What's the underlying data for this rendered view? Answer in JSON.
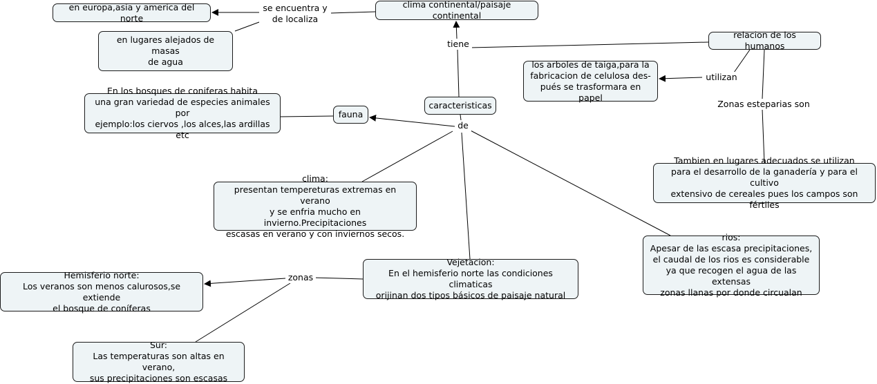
{
  "nodes": {
    "europa": "en europa,asia y america del norte",
    "masas_agua": "en lugares alejados de masas\nde agua",
    "clima_continental": "clima continental/paisaje continental",
    "relacion_humanos": "relacion de los humanos",
    "taiga": "los arboles de taiga,para la\nfabricacion de celulosa des-\npués se trasformara en papel",
    "bosques_coniferas": "En los bosques de coniferas habita\nuna gran variedad de especies animales por\nejemplo:los ciervos ,los alces,las ardillas etc",
    "fauna": "fauna",
    "caracteristicas": "caracteristicas",
    "clima": "clima:\npresentan tempereturas extremas en verano\ny se enfria mucho en invierno.Precipitaciones\nescasas en verano y con inviernos secos.",
    "tambien": "Tambien en lugares adecuados se utilizan\npara el desarrollo de la ganadería y para el cultivo\nextensivo de cereales pues los campos son fértiles",
    "rios": "rios:\nApesar de las escasa precipitaciones,\nel caudal de los rios es considerable\nya que recogen el agua de las extensas\nzonas llanas por donde circualan",
    "vejetacion": "Vejetacion:\nEn el hemisferio norte las condiciones climaticas\norijinan dos tipos básicos de paisaje natural",
    "hemisferio_norte": "Hemisferio norte:\nLos veranos son menos calurosos,se extiende\nel bosque de coníferas",
    "sur": "Sur:\nLas temperaturas son altas en verano,\nsus precipitaciones son escasas"
  },
  "links": {
    "se_encuentra": "se encuentra y\nde localiza",
    "tiene": "tiene",
    "utilizan": "utilizan",
    "zonas_esteparias": "Zonas esteparias son",
    "de": "de",
    "zonas": "zonas"
  },
  "colors": {
    "node_fill": "#eef4f6",
    "border": "#1a1a1a",
    "line": "#000000"
  }
}
